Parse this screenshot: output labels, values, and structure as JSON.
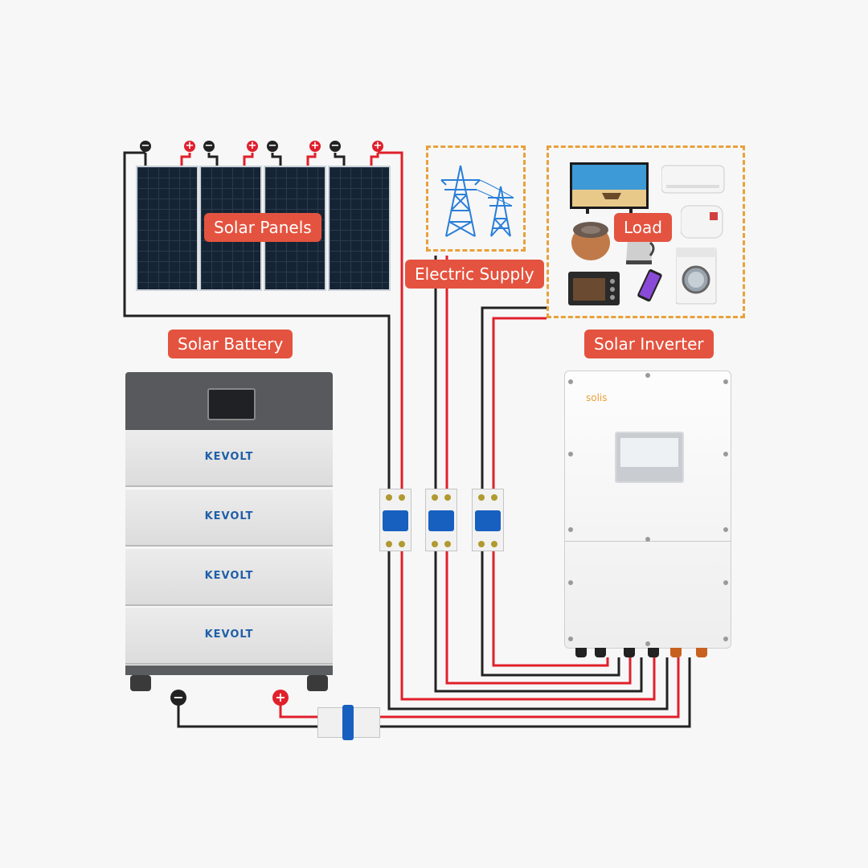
{
  "labels": {
    "solar_panels": "Solar Panels",
    "electric_supply": "Electric Supply",
    "load": "Load",
    "solar_battery": "Solar Battery",
    "solar_inverter": "Solar Inverter"
  },
  "battery": {
    "brand": "KEVOLT",
    "modules": [
      "KEVOLT",
      "KEVOLT",
      "KEVOLT",
      "KEVOLT"
    ]
  },
  "inverter": {
    "brand": "solis"
  },
  "polarity": {
    "neg": "−",
    "pos": "+"
  },
  "colors": {
    "label_bg": "#e4533f",
    "dashed_border": "#e9a13b",
    "positive_wire": "#e0202c",
    "negative_wire": "#222222",
    "breaker_toggle": "#1760c0"
  },
  "load_items": [
    "tv-icon",
    "air-conditioner-icon",
    "rice-cooker-icon",
    "kettle-icon",
    "water-heater-icon",
    "oven-icon",
    "smartphone-icon",
    "washing-machine-icon"
  ]
}
